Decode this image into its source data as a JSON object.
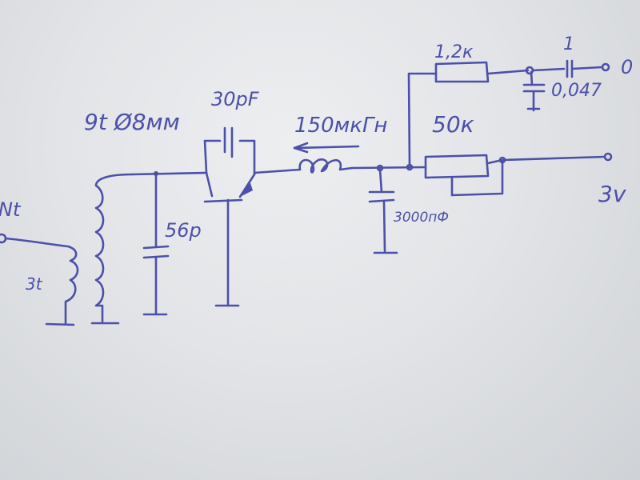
{
  "labels": {
    "antenna": "Nt",
    "antenna_coil_turns": "3t",
    "tank_coil": "9t Ø8мм",
    "feedback_cap": "30pF",
    "choke": "150мкГн",
    "tank_cap": "56p",
    "bypass_cap": "3000пФ",
    "resistor_top": "1,2к",
    "resistor_pot": "50к",
    "output_pin": "1",
    "output_terminal": "0",
    "output_cap": "0,047",
    "supply": "3v"
  },
  "colors": {
    "ink": "#4b50a8",
    "paper": "#e6e8ea"
  }
}
